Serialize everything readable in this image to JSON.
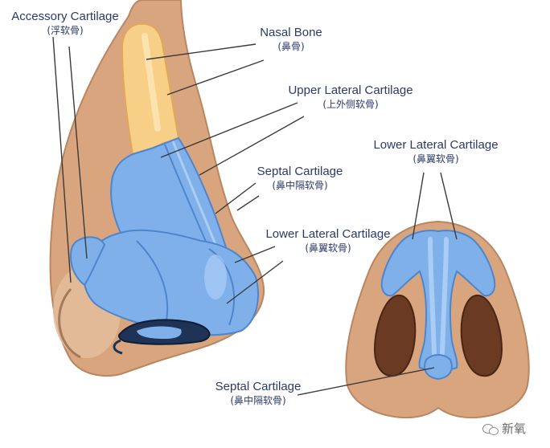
{
  "labels": {
    "accessory_cartilage": {
      "en": "Accessory Cartilage",
      "zh": "(浮软骨)"
    },
    "nasal_bone": {
      "en": "Nasal Bone",
      "zh": "(鼻骨)"
    },
    "upper_lateral_cartilage": {
      "en": "Upper Lateral Cartilage",
      "zh": "(上外侧软骨)"
    },
    "septal_cartilage_side": {
      "en": "Septal Cartilage",
      "zh": "(鼻中隔软骨)"
    },
    "lower_lateral_cartilage_side": {
      "en": "Lower Lateral Cartilage",
      "zh": "(鼻翼软骨)"
    },
    "lower_lateral_cartilage_base": {
      "en": "Lower Lateral Cartilage",
      "zh": "(鼻翼软骨)"
    },
    "septal_cartilage_base": {
      "en": "Septal Cartilage",
      "zh": "(鼻中隔软骨)"
    }
  },
  "watermark": "新氧",
  "colors": {
    "skin": "#d8a57e",
    "skin_outline": "#b07a56",
    "cartilage": "#7fb0ea",
    "cartilage_light": "#a9cdf5",
    "bone": "#f7cf86",
    "nostril": "#6b3a22",
    "label_text": "#2b3a67"
  }
}
